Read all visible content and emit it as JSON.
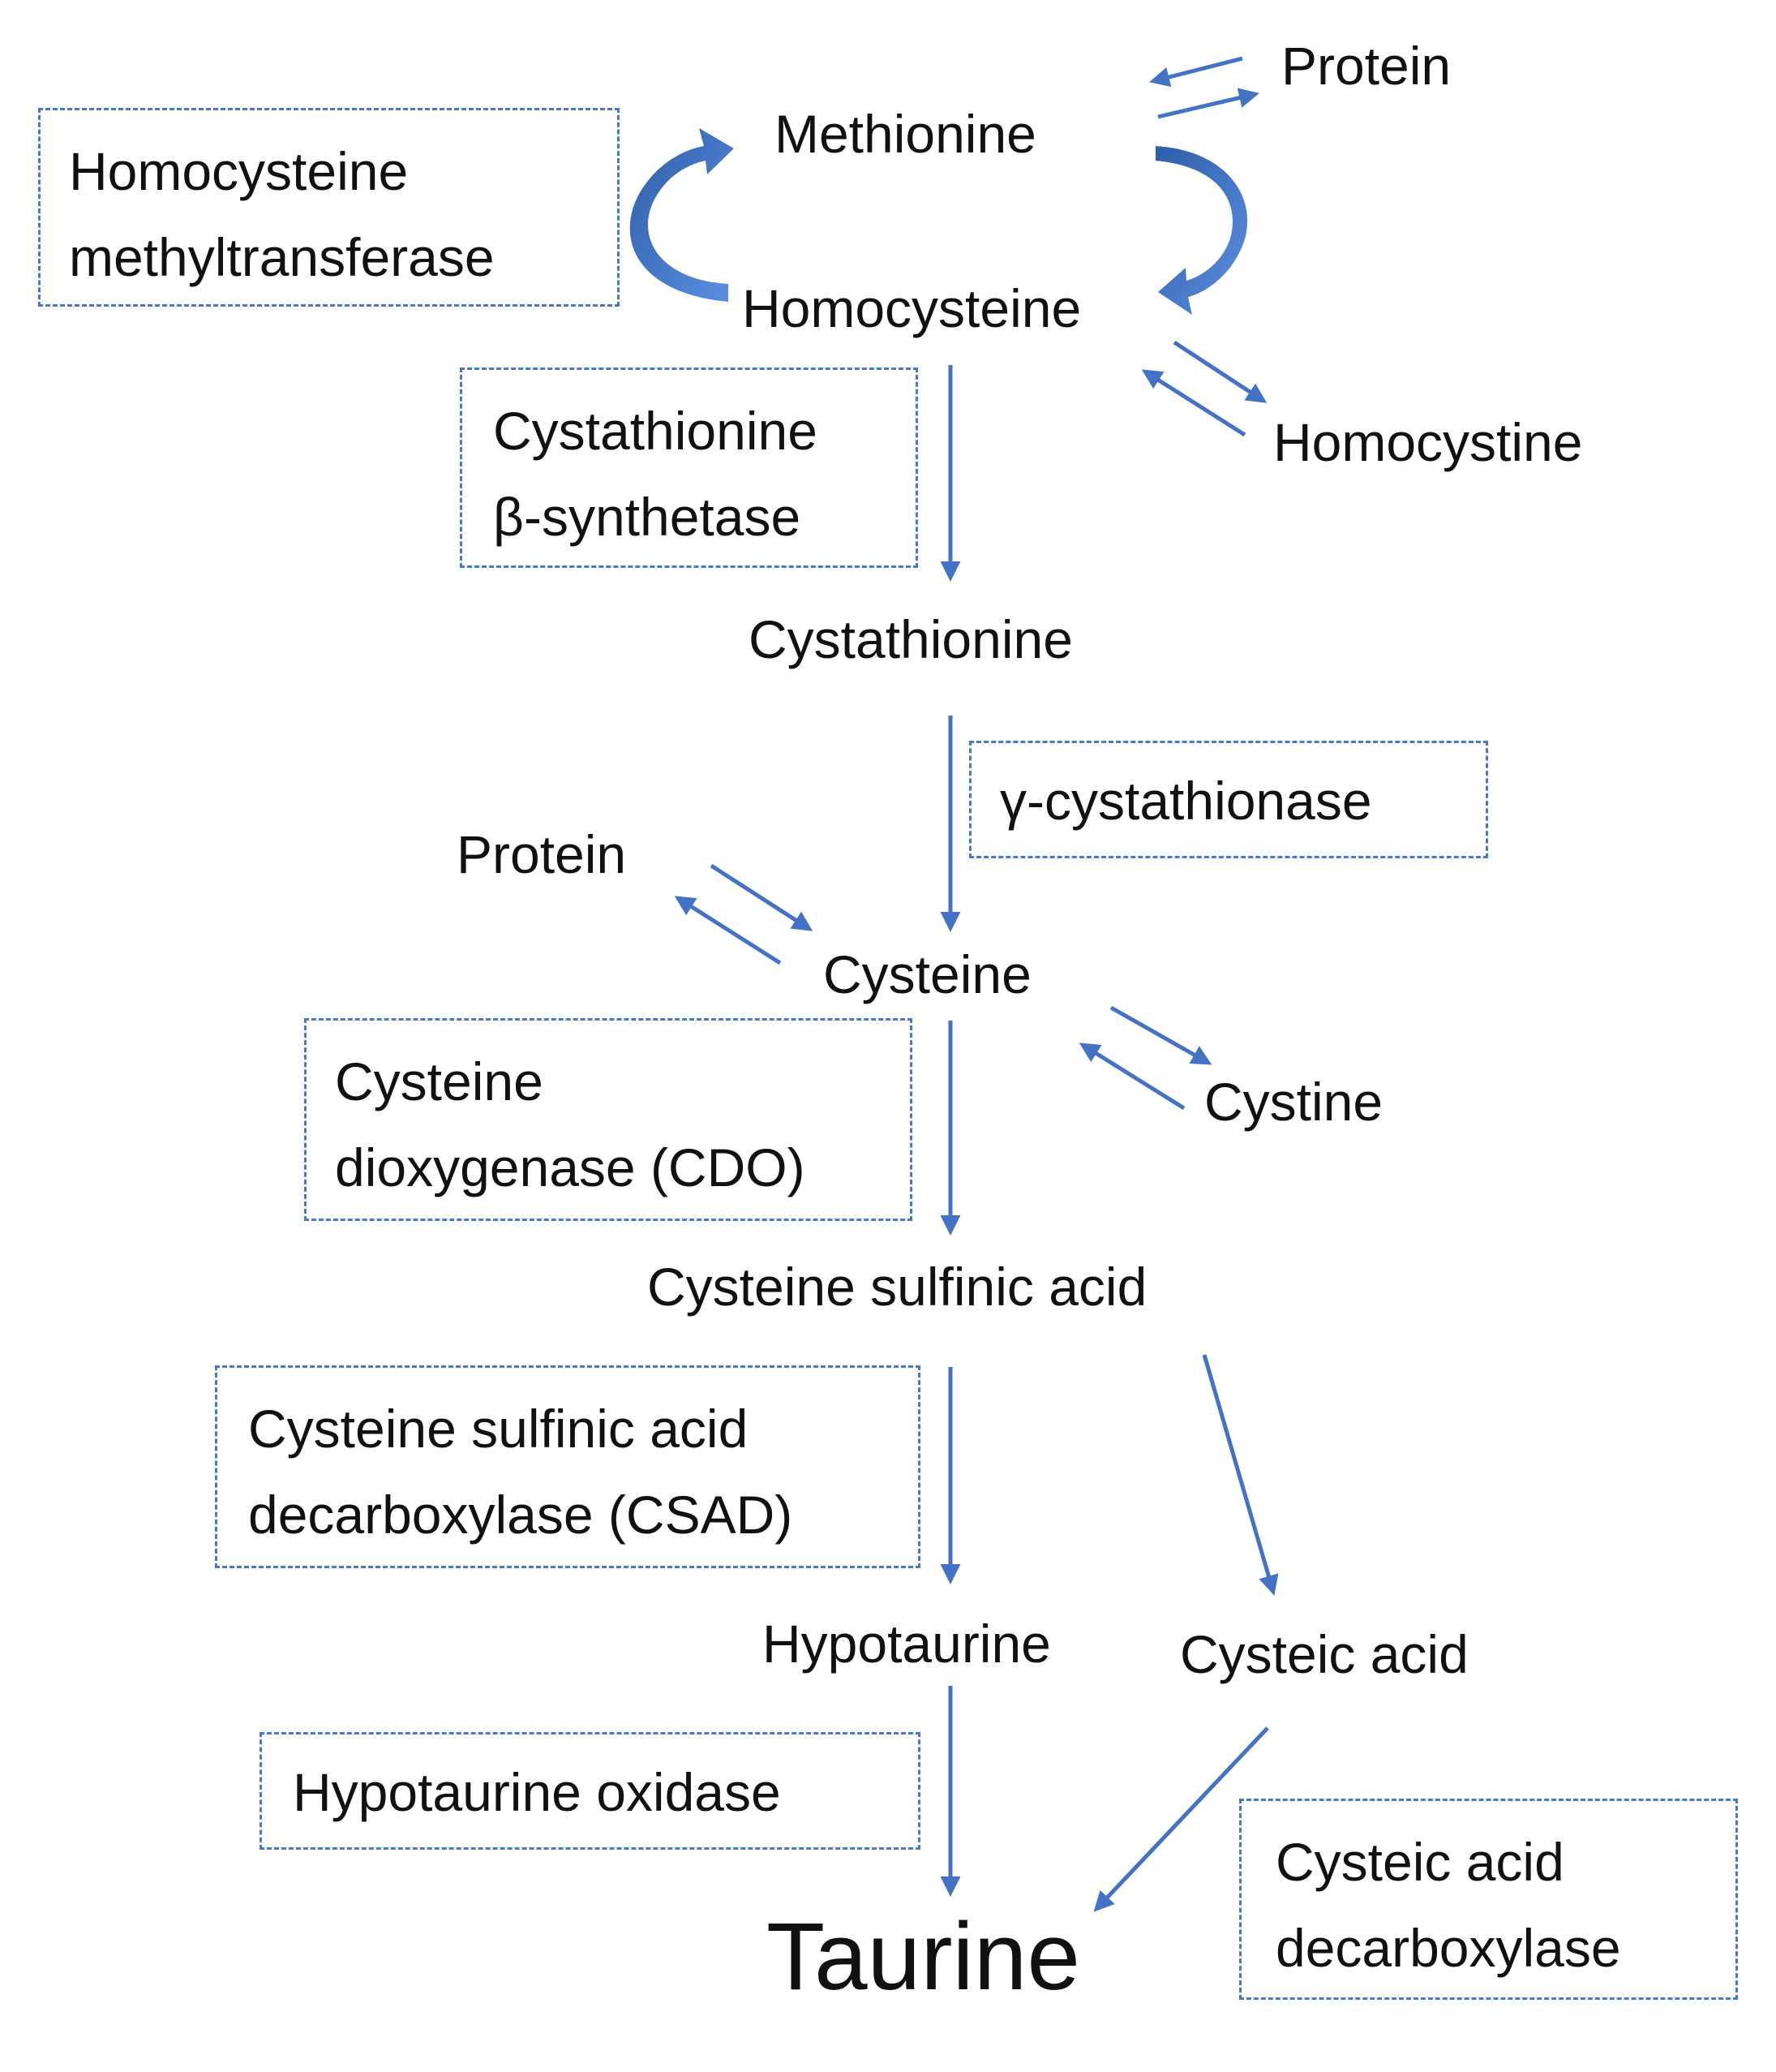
{
  "diagram": {
    "arrow_color": "#4472c4",
    "box_border_color": "#4a78c8",
    "metabolites": {
      "protein_top": "Protein",
      "methionine": "Methionine",
      "homocysteine": "Homocysteine",
      "homocystine": "Homocystine",
      "cystathionine": "Cystathionine",
      "protein_mid": "Protein",
      "cysteine": "Cysteine",
      "cystine": "Cystine",
      "cysteine_sulfinic_acid": "Cysteine sulfinic acid",
      "hypotaurine": "Hypotaurine",
      "cysteic_acid": "Cysteic acid",
      "taurine": "Taurine"
    },
    "enzymes": {
      "homocysteine_methyltransferase": [
        "Homocysteine",
        "methyltransferase"
      ],
      "cystathionine_beta_synthetase": [
        "Cystathionine",
        "β-synthetase"
      ],
      "gamma_cystathionase": [
        "γ-cystathionase"
      ],
      "cysteine_dioxygenase": [
        "Cysteine",
        "dioxygenase (CDO)"
      ],
      "csad": [
        "Cysteine sulfinic acid",
        "decarboxylase (CSAD)"
      ],
      "hypotaurine_oxidase": [
        "Hypotaurine oxidase"
      ],
      "cysteic_acid_decarboxylase": [
        "Cysteic acid",
        "decarboxylase"
      ]
    }
  }
}
